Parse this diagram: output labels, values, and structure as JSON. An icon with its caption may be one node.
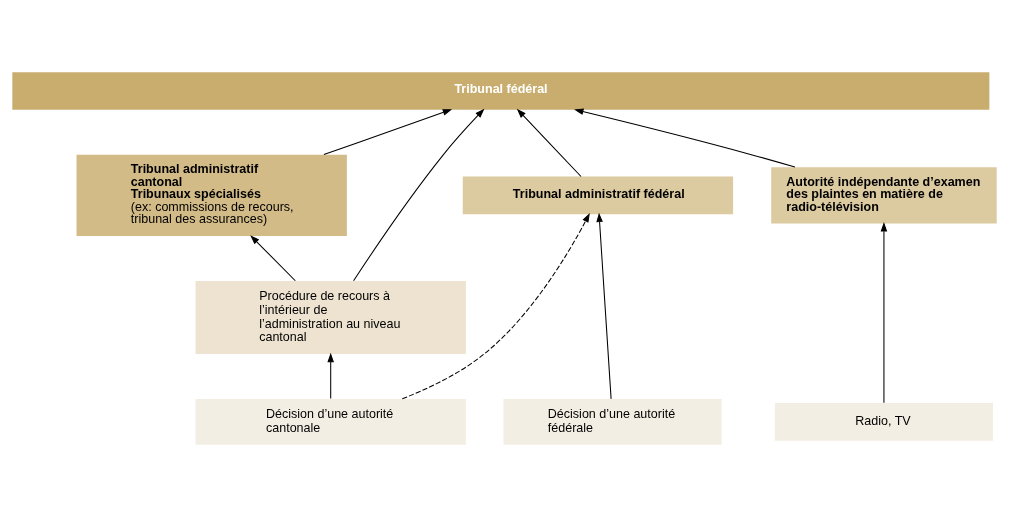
{
  "diagram": {
    "nodes": [
      {
        "text": [
          "Tribunal fédéral"
        ]
      },
      {
        "text": [
          "Tribunal administratif cantonal",
          "Tribunaux spécialisés",
          "(ex: commissions de recours, tribunal des assurances)"
        ]
      },
      {
        "text": [
          "Tribunal administratif fédéral"
        ]
      },
      {
        "text": [
          "Autorité indépendante d’examen des plaintes en matière de radio-télévision"
        ]
      },
      {
        "text": [
          "Procédure de recours à l’intérieur de l’administration au niveau cantonal"
        ]
      },
      {
        "text": [
          "Décision d’une autorité cantonale"
        ]
      },
      {
        "text": [
          "Décision d’une autorité fédérale"
        ]
      },
      {
        "text": [
          "Radio, TV"
        ]
      }
    ],
    "edges": [
      {
        "from": 1,
        "to": 0,
        "arrow": "to"
      },
      {
        "from": 4,
        "to": 0,
        "arrow": "to"
      },
      {
        "from": 2,
        "to": 0,
        "arrow": "to"
      },
      {
        "from": 3,
        "to": 0,
        "arrow": "to"
      },
      {
        "from": 4,
        "to": 1,
        "arrow": "to"
      },
      {
        "from": 5,
        "to": 4,
        "arrow": "to"
      },
      {
        "from": 5,
        "to": 2,
        "arrow": "to",
        "style": "dashed"
      },
      {
        "from": 6,
        "to": 2,
        "arrow": "to"
      },
      {
        "from": 7,
        "to": 3,
        "arrow": "to"
      }
    ]
  }
}
